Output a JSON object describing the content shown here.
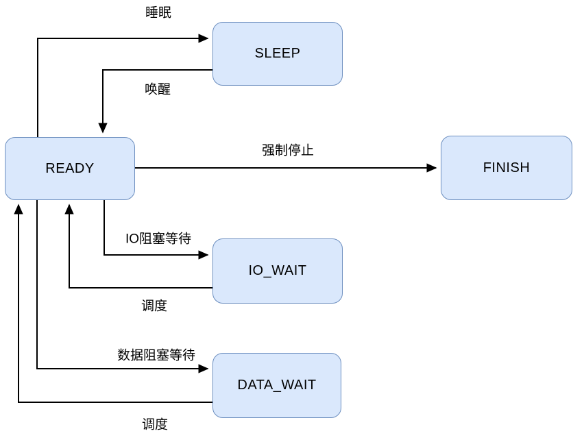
{
  "diagram": {
    "type": "state-diagram",
    "colors": {
      "node_fill": "#dae8fc",
      "node_border": "#6c8ebf",
      "edge_stroke": "#000000",
      "background": "#ffffff",
      "text": "#000000"
    },
    "nodes": [
      {
        "id": "ready",
        "label": "READY"
      },
      {
        "id": "sleep",
        "label": "SLEEP"
      },
      {
        "id": "finish",
        "label": "FINISH"
      },
      {
        "id": "io_wait",
        "label": "IO_WAIT"
      },
      {
        "id": "data_wait",
        "label": "DATA_WAIT"
      }
    ],
    "edges": [
      {
        "from": "ready",
        "to": "sleep",
        "label": "睡眠"
      },
      {
        "from": "sleep",
        "to": "ready",
        "label": "唤醒"
      },
      {
        "from": "ready",
        "to": "finish",
        "label": "强制停止"
      },
      {
        "from": "ready",
        "to": "io_wait",
        "label": "IO阻塞等待"
      },
      {
        "from": "io_wait",
        "to": "ready",
        "label": "调度"
      },
      {
        "from": "ready",
        "to": "data_wait",
        "label": "数据阻塞等待"
      },
      {
        "from": "data_wait",
        "to": "ready",
        "label": "调度"
      }
    ]
  }
}
